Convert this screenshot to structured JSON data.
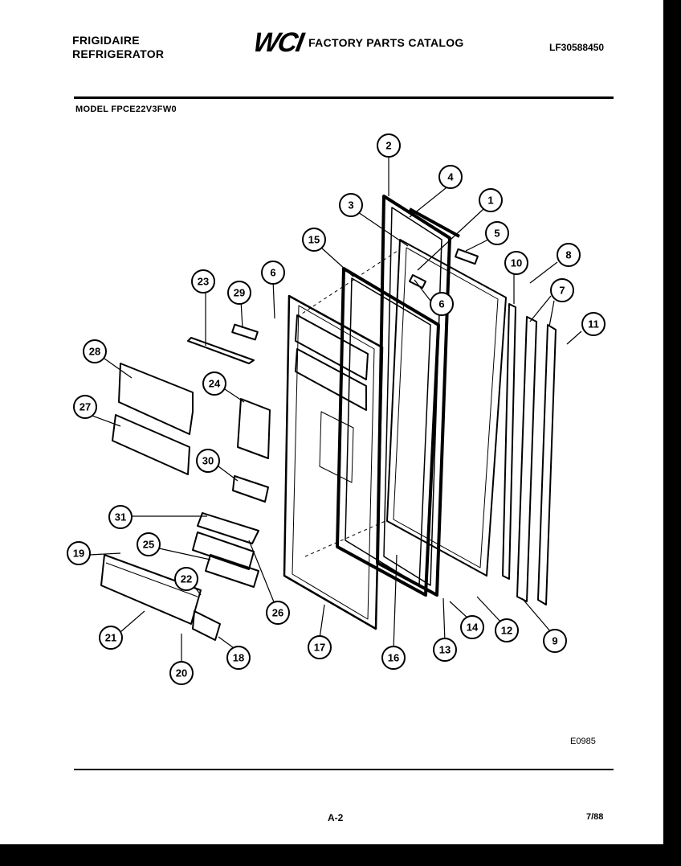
{
  "header": {
    "brand_line1": "FRIGIDAIRE",
    "brand_line2": "REFRIGERATOR",
    "logo": "WCI",
    "catalog_title": "FACTORY PARTS CATALOG",
    "catalog_number": "LF30588450"
  },
  "model_label": "MODEL FPCE22V3FW0",
  "diagram": {
    "callouts": [
      "2",
      "4",
      "3",
      "1",
      "5",
      "15",
      "10",
      "8",
      "23",
      "29",
      "6",
      "6",
      "7",
      "11",
      "28",
      "24",
      "27",
      "30",
      "31",
      "25",
      "19",
      "22",
      "26",
      "21",
      "17",
      "16",
      "13",
      "14",
      "12",
      "9",
      "18",
      "20"
    ]
  },
  "footer": {
    "diagram_code": "E0985",
    "page_label": "A-2",
    "date": "7/88"
  }
}
